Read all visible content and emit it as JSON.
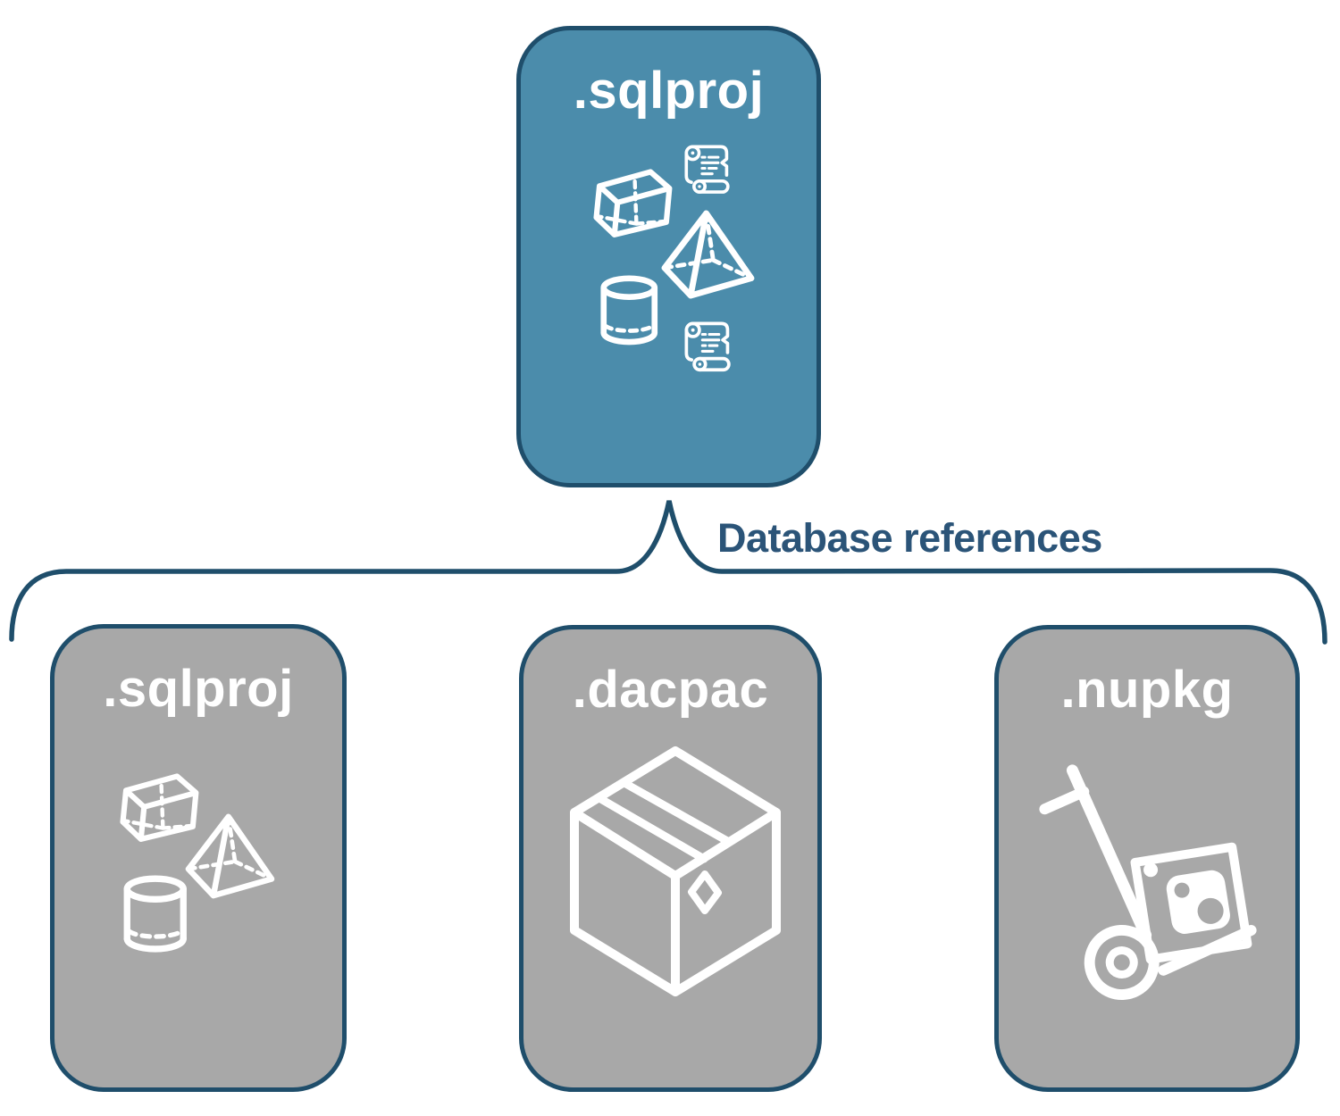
{
  "diagram": {
    "kind": "database-project-references-diagram",
    "connector": {
      "label": "Database references"
    },
    "nodes": {
      "root": {
        "label": ".sqlproj",
        "icons": [
          "scroll-icon",
          "cube-icon",
          "pyramid-icon",
          "cylinder-icon",
          "scroll-icon"
        ]
      },
      "children": [
        {
          "label": ".sqlproj",
          "icons": [
            "cube-icon",
            "pyramid-icon",
            "cylinder-icon"
          ]
        },
        {
          "label": ".dacpac",
          "icons": [
            "package-box-icon"
          ]
        },
        {
          "label": ".nupkg",
          "icons": [
            "hand-truck-package-icon"
          ]
        }
      ]
    },
    "colors": {
      "root_fill": "#4B8CAB",
      "child_fill": "#A8A8A8",
      "border": "#1F4E6B",
      "brace": "#1F4E6B",
      "connector_label_text": "#2B5478",
      "node_label_text": "#FFFFFF",
      "icon_stroke": "#FFFFFF",
      "background": "#FFFFFF"
    }
  }
}
